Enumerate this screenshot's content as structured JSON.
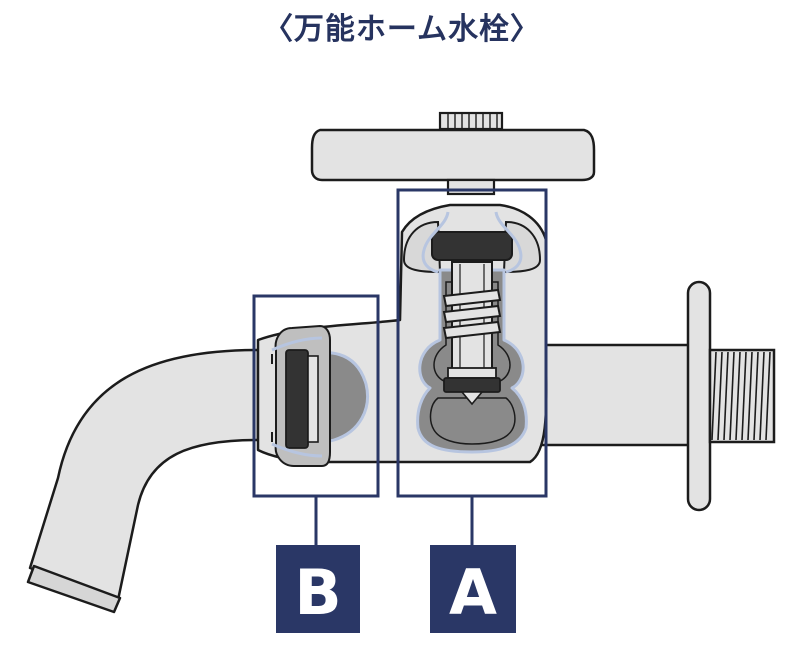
{
  "title": "〈万能ホーム水栓〉",
  "callouts": {
    "a": {
      "letter": "A"
    },
    "b": {
      "letter": "B"
    }
  },
  "colors": {
    "navy": "#2a3766",
    "body_fill": "#e3e3e3",
    "outline": "#1c1c1c",
    "water": "#8a8a8a",
    "liquid_outline": "#b7c5e0",
    "dark_part": "#333333"
  }
}
